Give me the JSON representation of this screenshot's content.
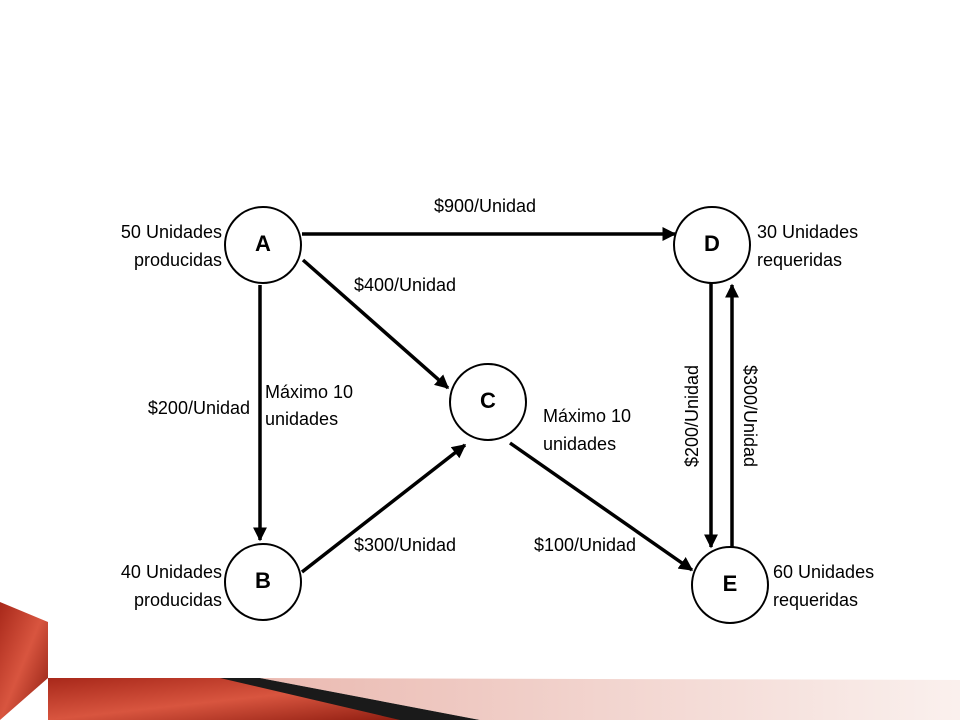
{
  "nodes": {
    "A": {
      "label": "A",
      "note": [
        "50 Unidades",
        "producidas"
      ]
    },
    "B": {
      "label": "B",
      "note": [
        "40 Unidades",
        "producidas"
      ]
    },
    "C": {
      "label": "C",
      "note": [
        "Máximo 10",
        "unidades"
      ]
    },
    "D": {
      "label": "D",
      "note": [
        "30 Unidades",
        "requeridas"
      ]
    },
    "E": {
      "label": "E",
      "note": [
        "60 Unidades",
        "requeridas"
      ]
    }
  },
  "edges": {
    "AD": {
      "cost": "$900/Unidad"
    },
    "AC": {
      "cost": "$400/Unidad"
    },
    "AB": {
      "cost": "$200/Unidad",
      "capacity": [
        "Máximo 10",
        "unidades"
      ]
    },
    "BC": {
      "cost": "$300/Unidad"
    },
    "CE": {
      "cost": "$100/Unidad"
    },
    "DE": {
      "cost": "$200/Unidad"
    },
    "ED": {
      "cost": "$300/Unidad"
    }
  },
  "colors": {
    "ink": "#000000",
    "accent_dark": "#8b1a0e",
    "accent_mid": "#c0392b",
    "accent_light": "#e8b4a8"
  }
}
